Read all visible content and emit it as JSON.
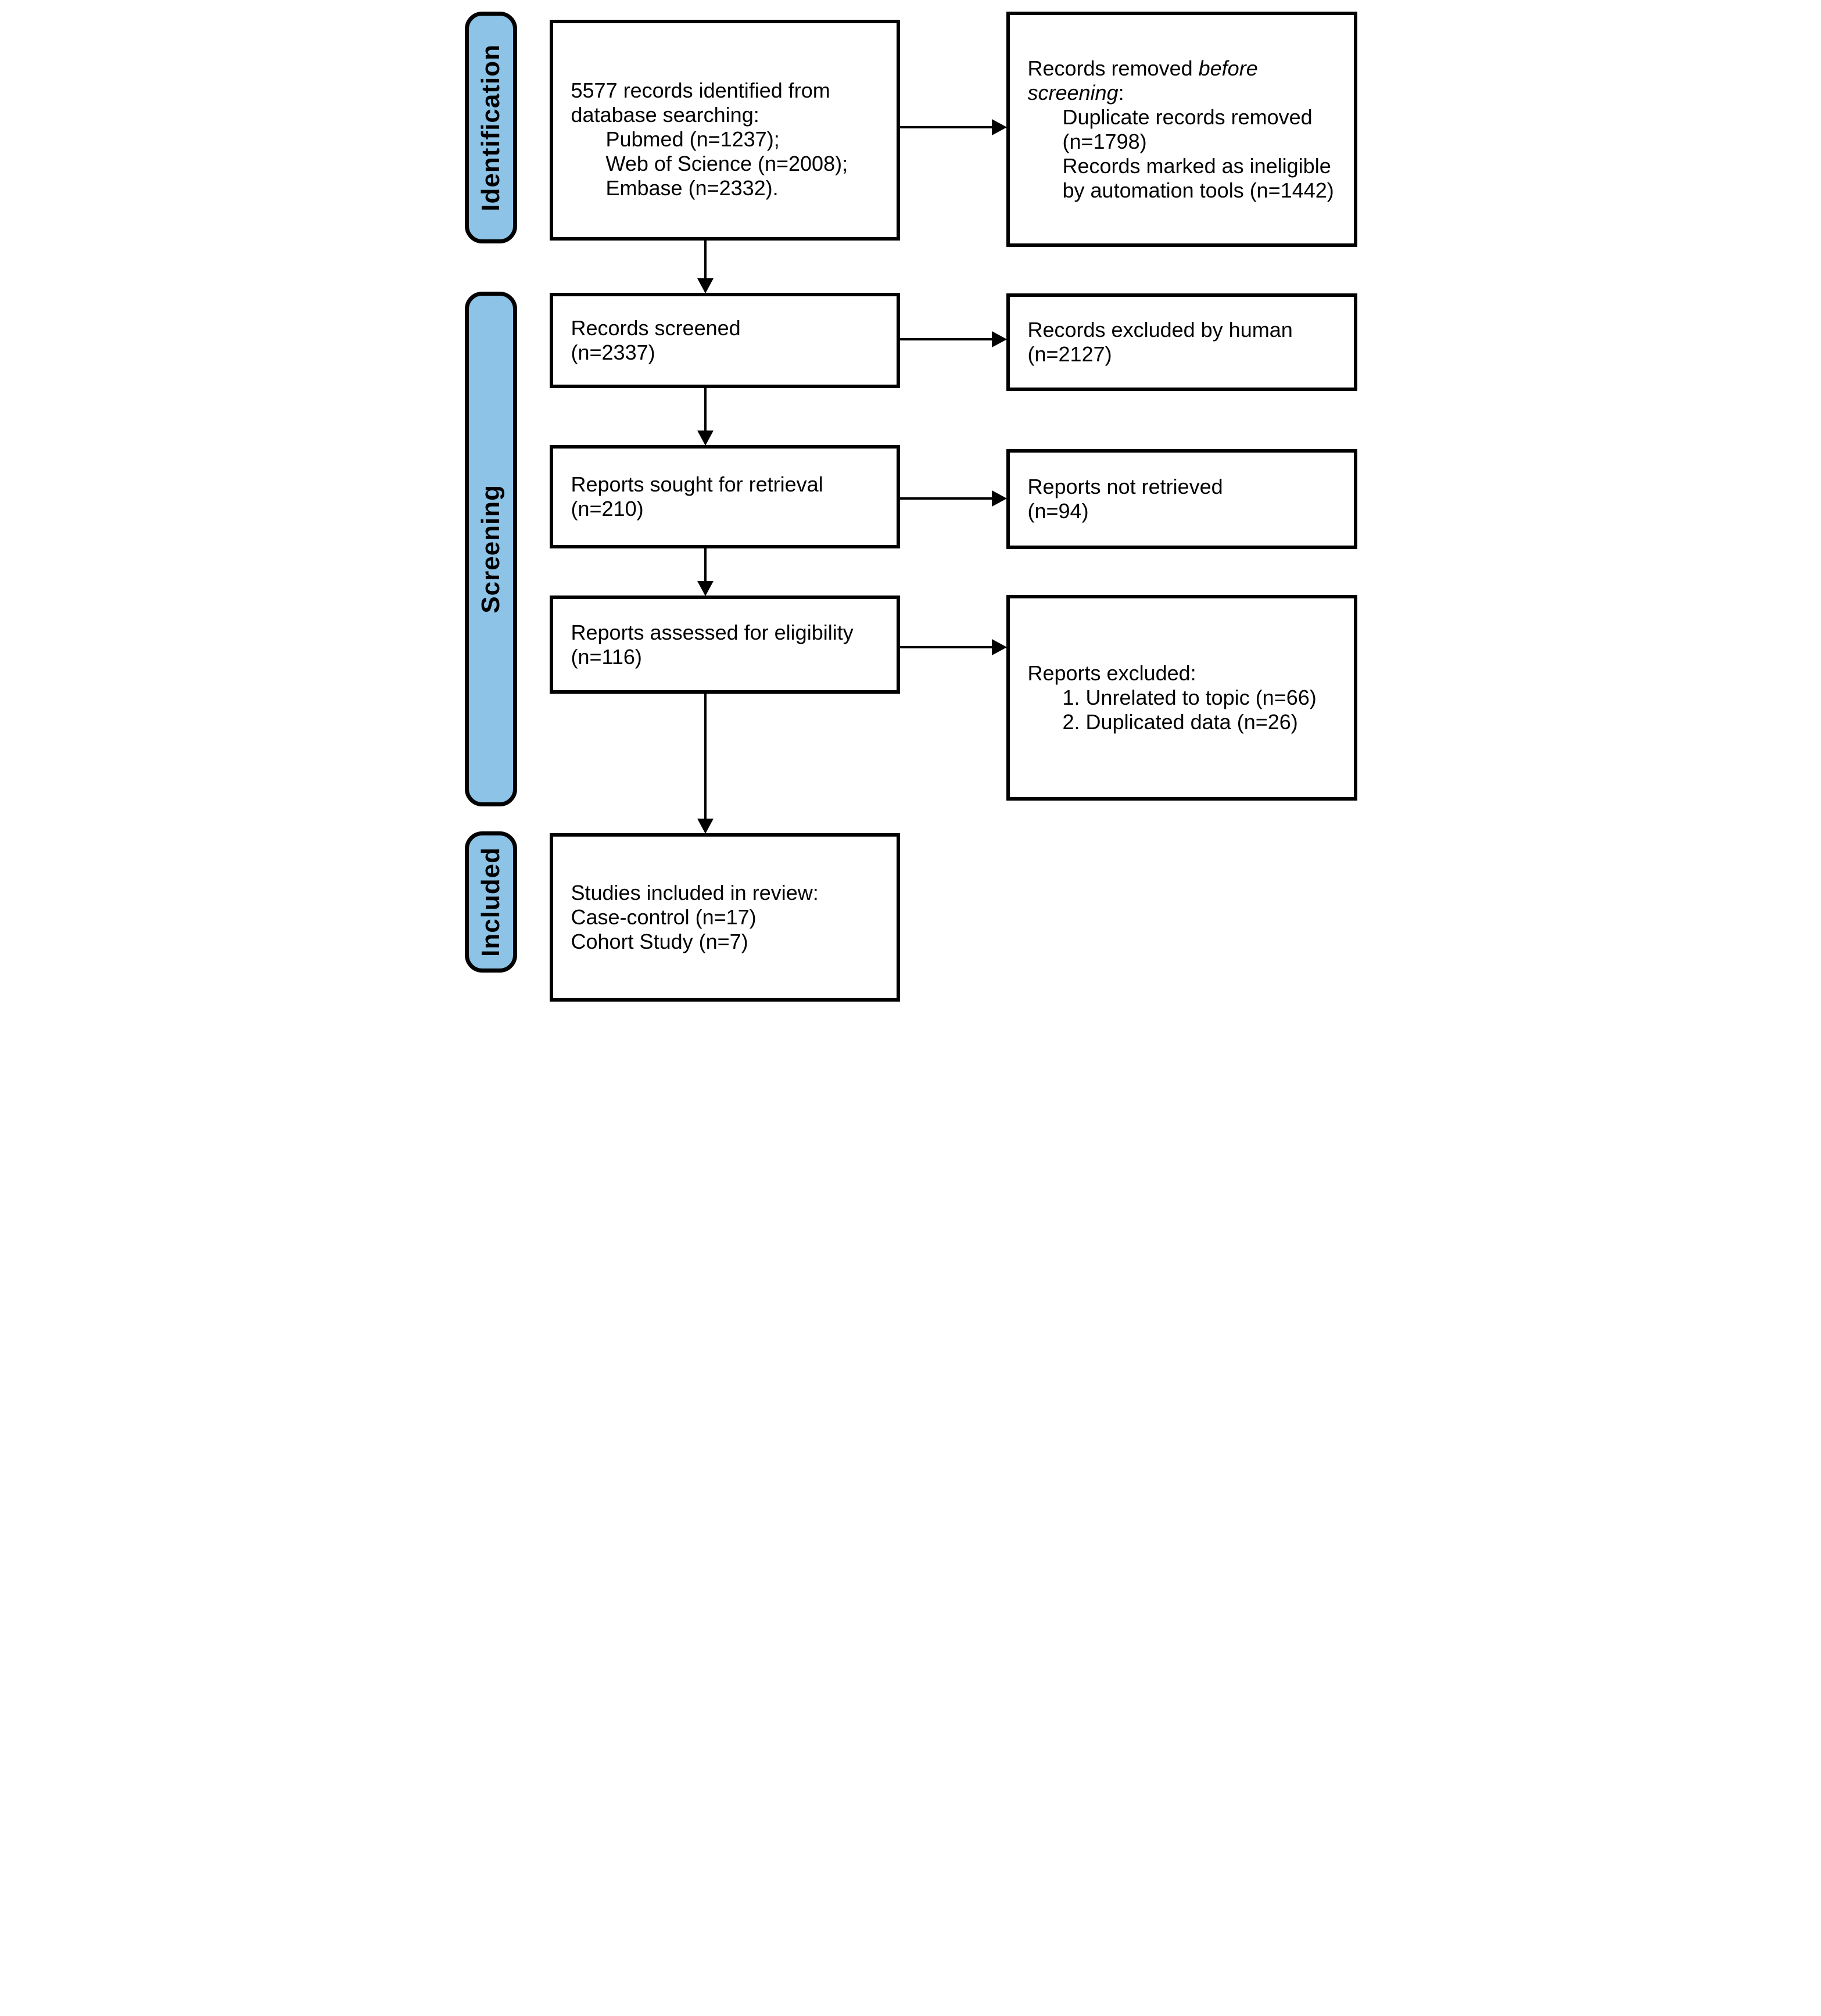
{
  "stages": {
    "identification": "Identification",
    "screening": "Screening",
    "included": "Included"
  },
  "boxes": {
    "identified": {
      "line1": "5577 records identified from",
      "line2": "database searching:",
      "item1": "Pubmed (n=1237);",
      "item2": "Web of Science (n=2008);",
      "item3": "Embase (n=2332)."
    },
    "removed": {
      "line1_normal": "Records removed",
      "line1_italic": "before",
      "line2_italic": "screening",
      "line2_normal": ":",
      "item1_line1": "Duplicate records removed",
      "item1_line2": "(n=1798)",
      "item2_line1": "Records marked as ineligible",
      "item2_line2": "by automation tools (n=1442)"
    },
    "screened": {
      "line1": "Records screened",
      "line2": "(n=2337)"
    },
    "excluded_human": {
      "line1": "Records excluded by human",
      "line2": "(n=2127)"
    },
    "sought": {
      "line1": "Reports sought for retrieval",
      "line2": "(n=210)"
    },
    "not_retrieved": {
      "line1": "Reports not retrieved",
      "line2": "(n=94)"
    },
    "assessed": {
      "line1": "Reports assessed for eligibility",
      "line2": "(n=116)"
    },
    "reports_excluded": {
      "line1": "Reports excluded:",
      "item1": "1. Unrelated to topic (n=66)",
      "item2": "2. Duplicated data (n=26)"
    },
    "included": {
      "line1": "Studies included in review:",
      "line2": "Case-control (n=17)",
      "line3": "Cohort Study (n=7)"
    }
  },
  "colors": {
    "stage_fill": "#8DC3E7",
    "stroke": "#000000",
    "box_fill": "#FFFFFF"
  }
}
